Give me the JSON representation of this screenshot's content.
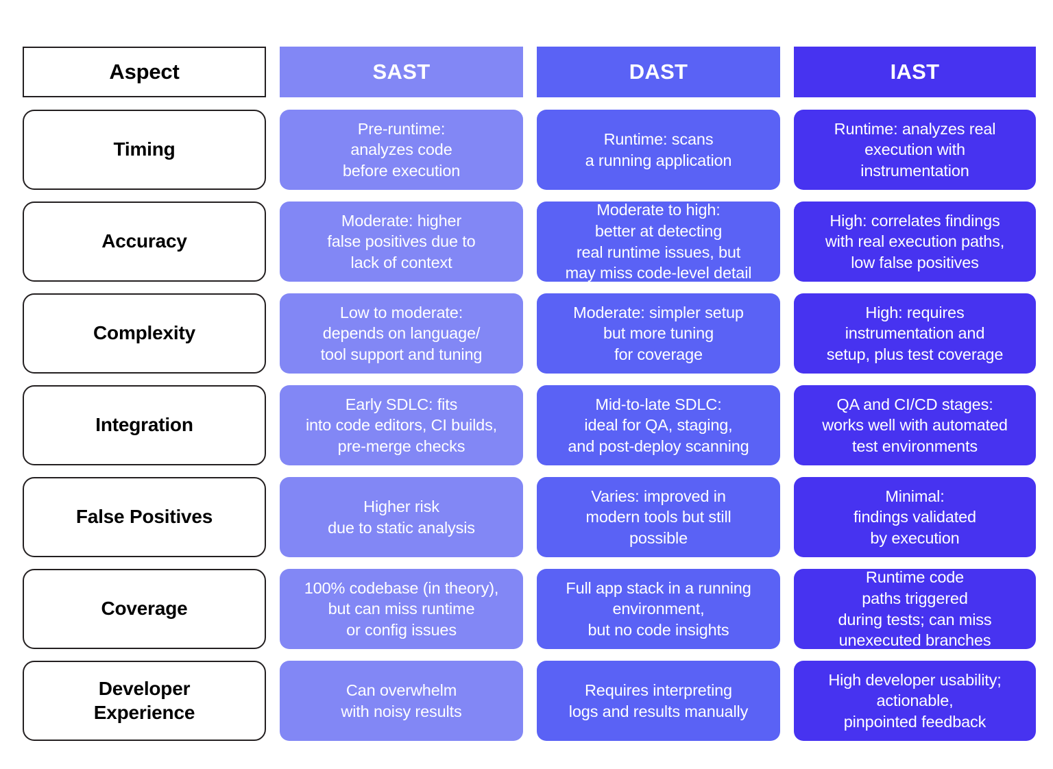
{
  "table": {
    "columns": [
      {
        "key": "aspect",
        "label": "Aspect",
        "color": "#ffffff"
      },
      {
        "key": "sast",
        "label": "SAST",
        "color": "#8287f5"
      },
      {
        "key": "dast",
        "label": "DAST",
        "color": "#5a62f5"
      },
      {
        "key": "iast",
        "label": "IAST",
        "color": "#4733f0"
      }
    ],
    "rows": [
      {
        "aspect": "Timing",
        "sast": "Pre-runtime:\nanalyzes code\nbefore execution",
        "dast": "Runtime: scans\na running application",
        "iast": "Runtime: analyzes real\nexecution with\ninstrumentation"
      },
      {
        "aspect": "Accuracy",
        "sast": "Moderate: higher\nfalse positives due to\nlack of context",
        "dast": "Moderate to high:\nbetter at detecting\nreal runtime issues, but\nmay miss code-level detail",
        "iast": "High: correlates findings\nwith real execution paths,\nlow false positives"
      },
      {
        "aspect": "Complexity",
        "sast": "Low to moderate:\ndepends on language/\ntool support and tuning",
        "dast": "Moderate: simpler setup\nbut more tuning\nfor coverage",
        "iast": "High: requires\ninstrumentation and\nsetup, plus test coverage"
      },
      {
        "aspect": "Integration",
        "sast": "Early SDLC: fits\ninto code editors, CI builds,\npre-merge checks",
        "dast": "Mid-to-late SDLC:\nideal for QA, staging,\nand post-deploy scanning",
        "iast": "QA and CI/CD stages:\nworks well with automated\ntest environments"
      },
      {
        "aspect": "False Positives",
        "sast": "Higher risk\ndue to static analysis",
        "dast": "Varies: improved in\nmodern tools but still\npossible",
        "iast": "Minimal:\nfindings validated\nby execution"
      },
      {
        "aspect": "Coverage",
        "sast": "100% codebase (in theory),\nbut can miss runtime\nor config issues",
        "dast": "Full app stack in a running\nenvironment,\nbut no code insights",
        "iast": "Runtime code\npaths triggered\nduring tests; can miss\nunexecuted branches"
      },
      {
        "aspect": "Developer\nExperience",
        "sast": "Can overwhelm\nwith noisy results",
        "dast": "Requires interpreting\nlogs and results manually",
        "iast": "High developer usability;\nactionable,\npinpointed feedback"
      }
    ]
  }
}
